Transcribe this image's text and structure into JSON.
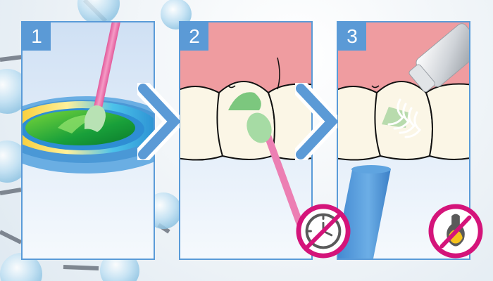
{
  "steps": [
    {
      "number": "1",
      "label": "step-1-apply-paste-from-well"
    },
    {
      "number": "2",
      "label": "step-2-apply-on-tooth"
    },
    {
      "number": "3",
      "label": "step-3-air-dry"
    }
  ],
  "indicators": {
    "step2": "no-waiting-time",
    "step3": "no-light-curing"
  },
  "colors": {
    "frame_blue": "#5a9bd8",
    "badge_blue": "#5b9ad6",
    "gum_pink": "#ef9ca0",
    "tooth_cream": "#fbf6e6",
    "gel_green": "#3cb83a",
    "applicator_pink": "#ec7fb3",
    "prohibit_magenta": "#d4147a",
    "bulb_yellow": "#f5c21c",
    "icon_gray": "#5a5a5a"
  }
}
